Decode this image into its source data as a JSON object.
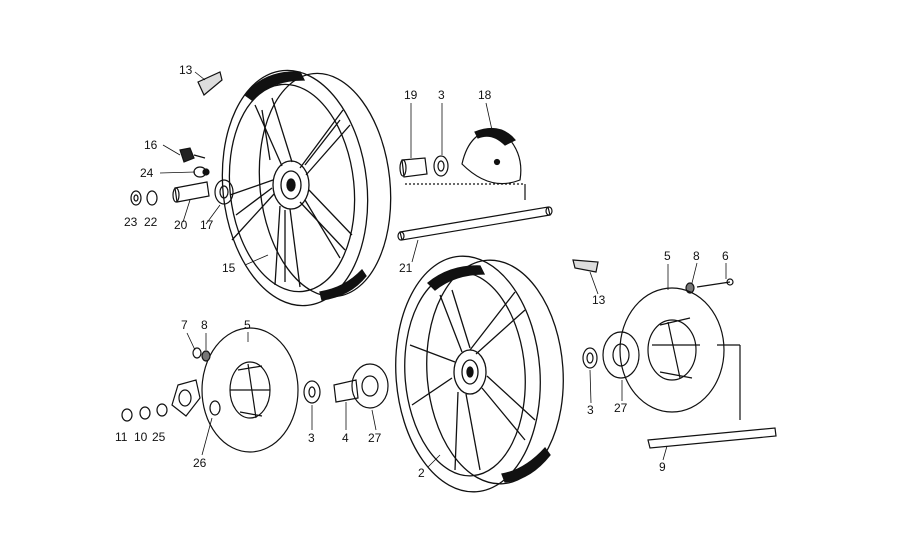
{
  "diagram": {
    "callouts": [
      "13",
      "16",
      "24",
      "23",
      "22",
      "20",
      "17",
      "15",
      "19",
      "3",
      "18",
      "21",
      "13",
      "5",
      "8",
      "6",
      "7",
      "8",
      "5",
      "11",
      "10",
      "25",
      "26",
      "3",
      "4",
      "27",
      "2",
      "3",
      "27",
      "9"
    ]
  }
}
